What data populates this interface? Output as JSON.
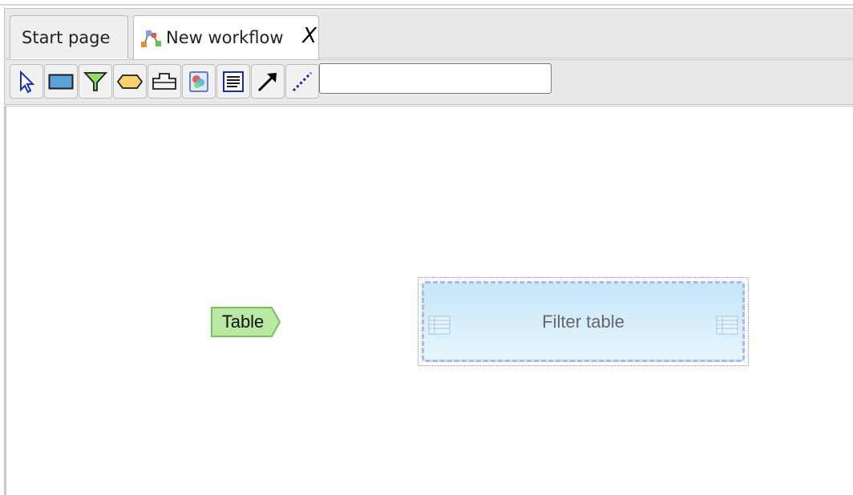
{
  "tabs": {
    "start_label": "Start page",
    "workflow_label": "New workflow",
    "close_glyph": "X"
  },
  "toolbar": {
    "tools": [
      "select-pointer-icon",
      "rectangle-node-icon",
      "filter-funnel-icon",
      "hexagon-node-icon",
      "output-node-icon",
      "image-node-icon",
      "document-node-icon",
      "arrow-connector-icon",
      "dashed-connector-icon"
    ],
    "search_value": ""
  },
  "canvas": {
    "table_node_label": "Table",
    "filter_node_label": "Filter table"
  },
  "colors": {
    "table_node_fill": "#b8e8a2",
    "filter_node_fill": "#c6e6f8",
    "selection_border": "#8a8ae0"
  }
}
